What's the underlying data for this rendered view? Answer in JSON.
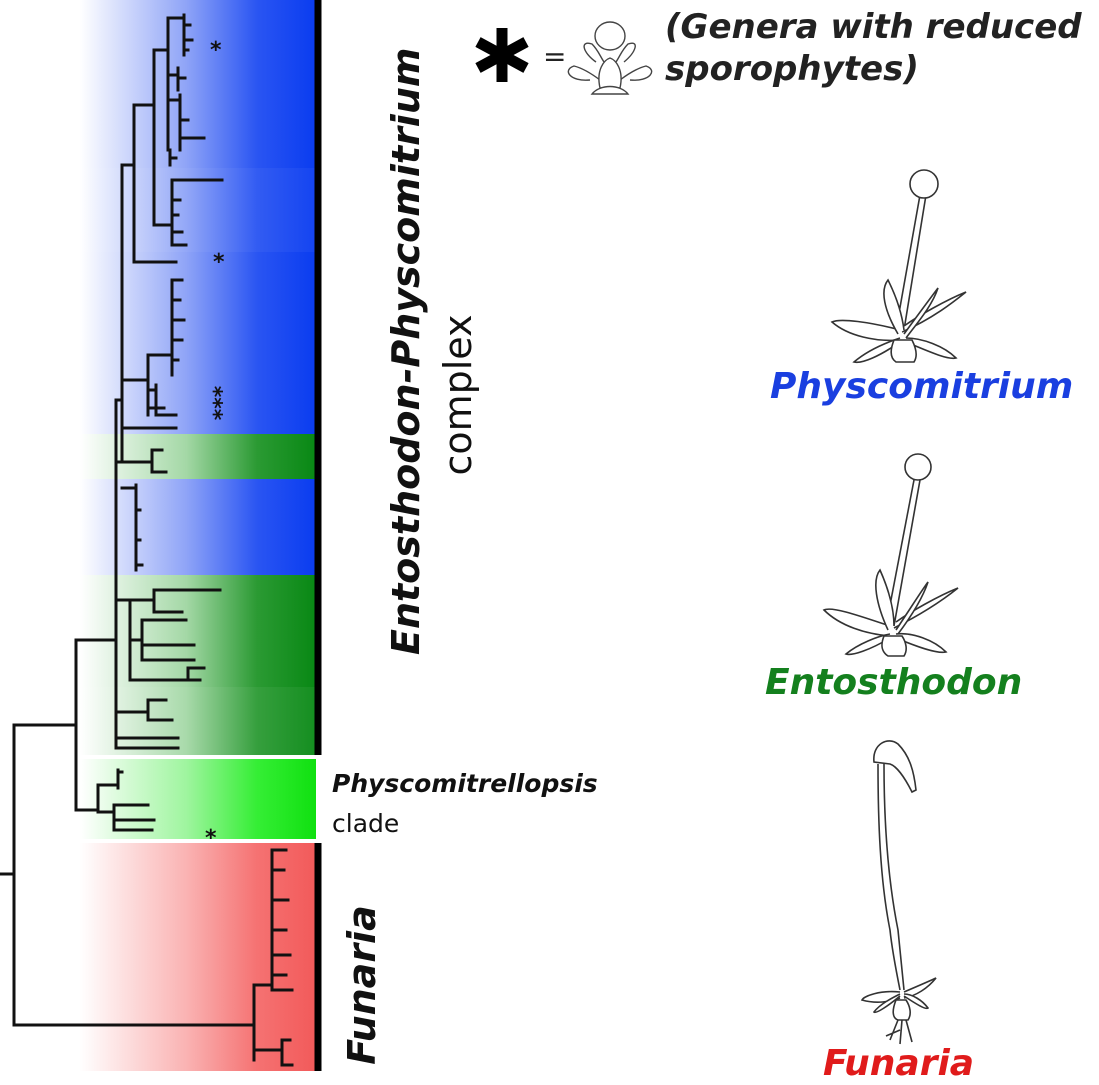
{
  "legend": {
    "symbol": "✱",
    "equals": "=",
    "text": "(Genera with reduced sporophytes)",
    "icon": "reduced-sporophyte-moss-icon"
  },
  "clades": {
    "complex": {
      "line1": "Entosthodon-Physcomitrium",
      "line2": "complex"
    },
    "physcomitrellopsis": {
      "name": "Physcomitrellopsis",
      "suffix": "clade"
    },
    "funaria": {
      "name": "Funaria"
    }
  },
  "genera": {
    "physcomitrium": {
      "name": "Physcomitrium",
      "color": "#1a3fe0"
    },
    "entosthodon": {
      "name": "Entosthodon",
      "color": "#14801e"
    },
    "funaria": {
      "name": "Funaria",
      "color": "#e01b1b"
    }
  },
  "markers": {
    "single": "*",
    "triple": "***"
  },
  "colors": {
    "blue": "#1340f0",
    "green": "#0a8a18",
    "lime": "#14e614",
    "red": "#f05050",
    "tree": "#111111"
  }
}
